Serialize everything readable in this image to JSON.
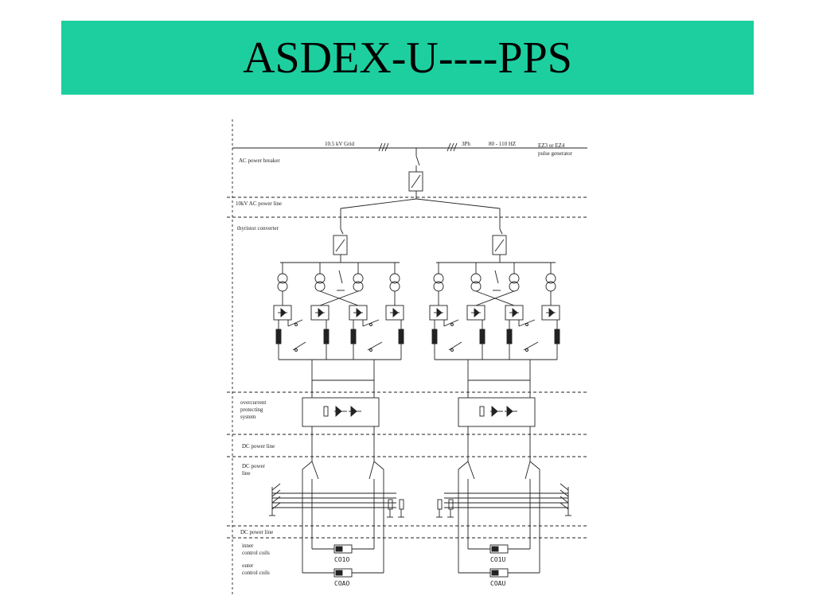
{
  "slide": {
    "title": "ASDEX-U----PPS",
    "title_bg": "#1dcf9f"
  },
  "diagram": {
    "top_grid_label": "10.5 kV Grid",
    "phase_label": "3Ph",
    "freq_label": "80 - 110 HZ",
    "generator_label_1": "EZ3     or    EZ4",
    "generator_label_2": "pulse generator",
    "row_labels": {
      "ac_breaker": "AC power breaker",
      "ac_line": "10kV AC power line",
      "thyristor": "thyristor converter",
      "overcurrent_1": "overcurrent",
      "overcurrent_2": "protecting",
      "overcurrent_3": "system",
      "dc_line_1": "DC power line",
      "dc_line_2a": "DC power",
      "dc_line_2b": "line",
      "dc_line_3": "DC power line",
      "inner_1": "inner",
      "inner_2": "control coils",
      "outer_1": "outer",
      "outer_2": "control coils"
    },
    "coils": {
      "left_inner": "CO1O",
      "left_outer": "COAO",
      "right_inner": "CO1U",
      "right_outer": "COAU"
    }
  }
}
